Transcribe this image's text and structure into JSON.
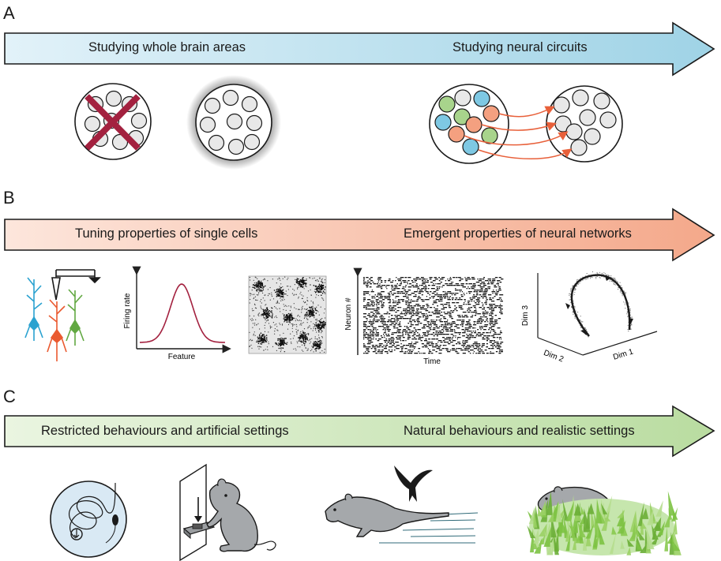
{
  "panels": {
    "a": {
      "letter": "A",
      "left_label": "Studying whole brain areas",
      "right_label": "Studying neural circuits"
    },
    "b": {
      "letter": "B",
      "left_label": "Tuning properties of single cells",
      "right_label": "Emergent properties of neural networks",
      "tuning_plot": {
        "ylabel": "Firing rate",
        "xlabel": "Feature"
      },
      "raster_plot": {
        "ylabel": "Neuron #",
        "xlabel": "Time"
      },
      "manifold_plot": {
        "axis1": "Dim 1",
        "axis2": "Dim 2",
        "axis3": "Dim 3"
      }
    },
    "c": {
      "letter": "C",
      "left_label": "Restricted behaviours and artificial settings",
      "right_label": "Natural behaviours and realistic settings"
    }
  },
  "colors": {
    "arrow_a": "#9fd3e6",
    "arrow_b": "#f4a88a",
    "arrow_c": "#b9dca0",
    "cross": "#a3213f",
    "neuron_green": "#a8d48c",
    "neuron_blue": "#7ec8e3",
    "neuron_orange": "#f4a080",
    "connection": "#e8603a",
    "tuning_curve": "#a3213f",
    "cell_blue": "#2aa2d0",
    "cell_orange": "#ea5a30",
    "cell_green": "#62a842",
    "mouse_gray": "#a5a8ab",
    "grass_green": "#7cc242"
  }
}
